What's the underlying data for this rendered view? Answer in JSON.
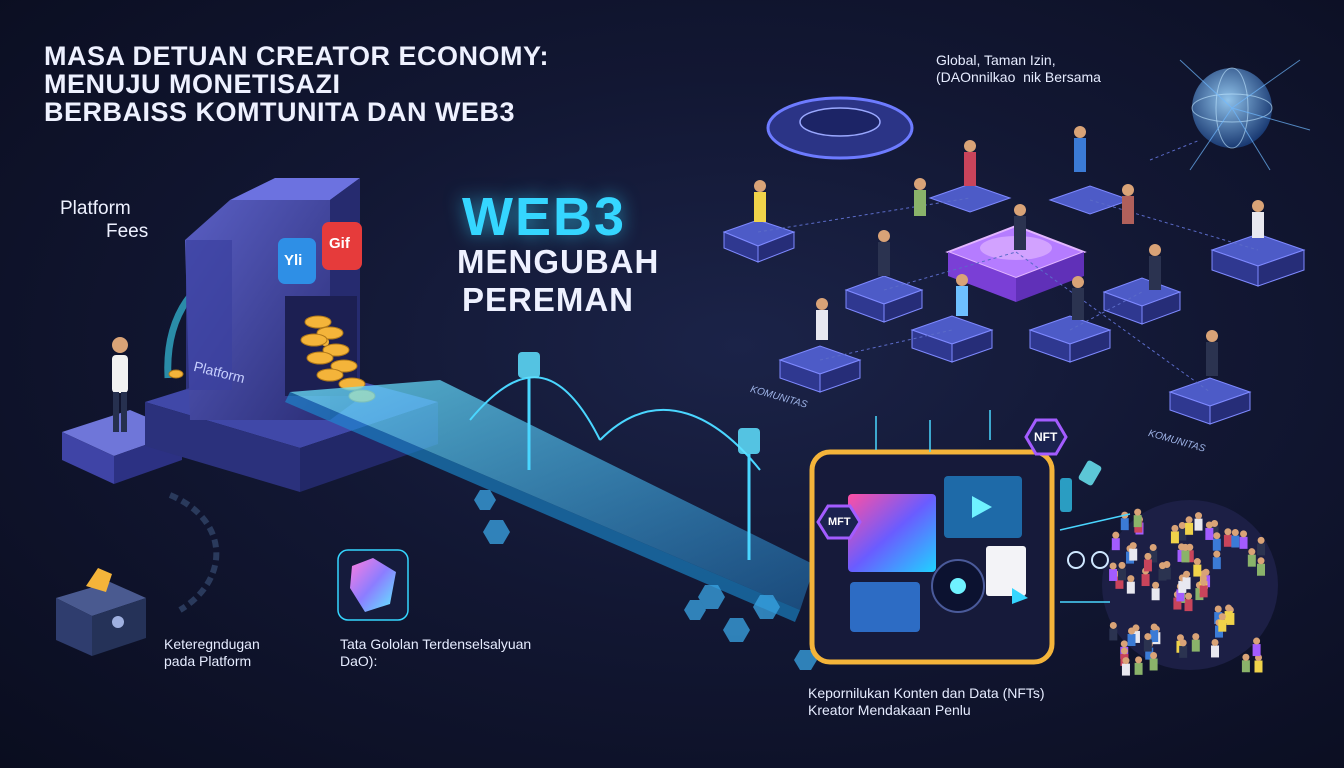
{
  "title_lines": [
    "MASA DETUAN CREATOR ECONOMY:",
    "MENUJU MONETISAZI",
    "BERBAISS KOMTUNITA DAN WEB3"
  ],
  "center": {
    "headline": "WEB3",
    "line2": "MENGUBAH",
    "line3": "PEREMAN"
  },
  "platform_fees": {
    "line1": "Platform",
    "line2": "Fees"
  },
  "machine": {
    "label": "Platform",
    "logo1": "Yli",
    "logo2": "Gif"
  },
  "dependence": {
    "line1": "Keteregndugan",
    "line2": "pada Platform"
  },
  "dao": {
    "line1": "Tata Gololan Terdenselsalyuan",
    "line2": "DaO):"
  },
  "global": {
    "line1": "Global, Taman Izin,",
    "line2": "(DAOnnilkao  nik Bersama"
  },
  "ownership": {
    "line1": "Kepornilukan Konten dan Data (NFTs)",
    "line2": "Kreator Mendakaan Penlu"
  },
  "nft_badges": {
    "top": "NFT",
    "left": "MFT"
  },
  "community_labels": {
    "left": "KOMUNITAS",
    "right": "KOMUNITAS"
  },
  "colors": {
    "accent_cyan": "#35d6ff",
    "accent_purple": "#a35cff",
    "gold": "#f4b43a",
    "background": "#121733"
  }
}
